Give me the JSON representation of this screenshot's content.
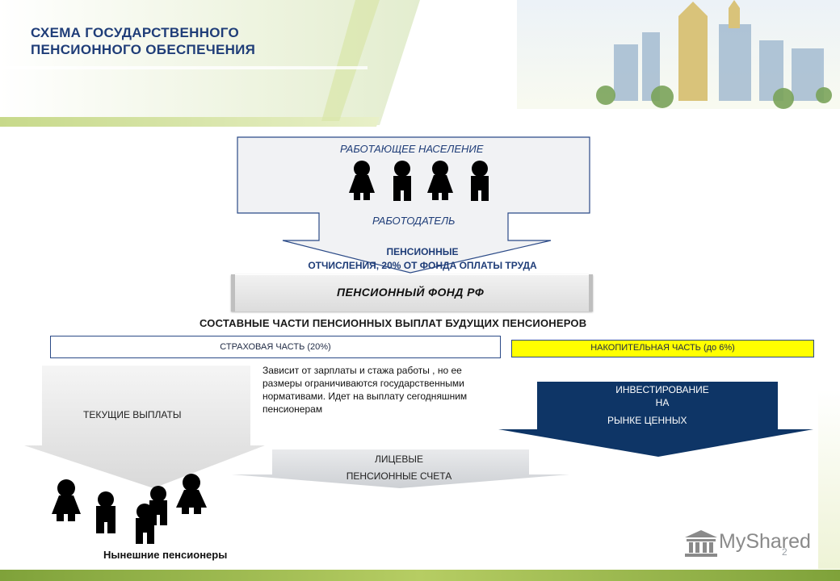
{
  "header": {
    "title": "СХЕМА ГОСУДАРСТВЕННОГО\nПЕНСИОННОГО ОБЕСПЕЧЕНИЯ"
  },
  "diagram": {
    "working_population": "РАБОТАЮЩЕЕ НАСЕЛЕНИЕ",
    "employer": "РАБОТОДАТЕЛЬ",
    "contributions_line1": "ПЕНСИОННЫЕ",
    "contributions_line2": "ОТЧИСЛЕНИЯ, 20% ОТ ФОНДА ОПЛАТЫ ТРУДА",
    "pension_fund": "ПЕНСИОННЫЙ ФОНД РФ",
    "components_title": "СОСТАВНЫЕ ЧАСТИ ПЕНСИОННЫХ ВЫПЛАТ БУДУЩИХ ПЕНСИОНЕРОВ",
    "insurance_part": "СТРАХОВАЯ ЧАСТЬ (20%)",
    "funded_part": "НАКОПИТЕЛЬНАЯ ЧАСТЬ (до 6%)",
    "current_payments": "ТЕКУЩИЕ ВЫПЛАТЫ",
    "description": "Зависит от зарплаты и стажа работы , но ее размеры ограничиваются государственными нормативами. Идет на выплату сегодняшним пенсионерам",
    "investing_line1": "ИНВЕСТИРОВАНИЕ",
    "investing_line2": "НА",
    "investing_line3": "РЫНКЕ ЦЕННЫХ",
    "personal_accounts_line1": "ЛИЦЕВЫЕ",
    "personal_accounts_line2": "ПЕНСИОННЫЕ СЧЕТА",
    "current_pensioners": "Нынешние пенсионеры"
  },
  "footer": {
    "logo_text": "MyShared",
    "page_number": "2"
  },
  "colors": {
    "title": "#1f3d78",
    "funded_part_fill": "#ffff00",
    "investing_fill": "#0e3566",
    "bottom_band": "#9ab53c",
    "box_border": "#2b4a87"
  }
}
